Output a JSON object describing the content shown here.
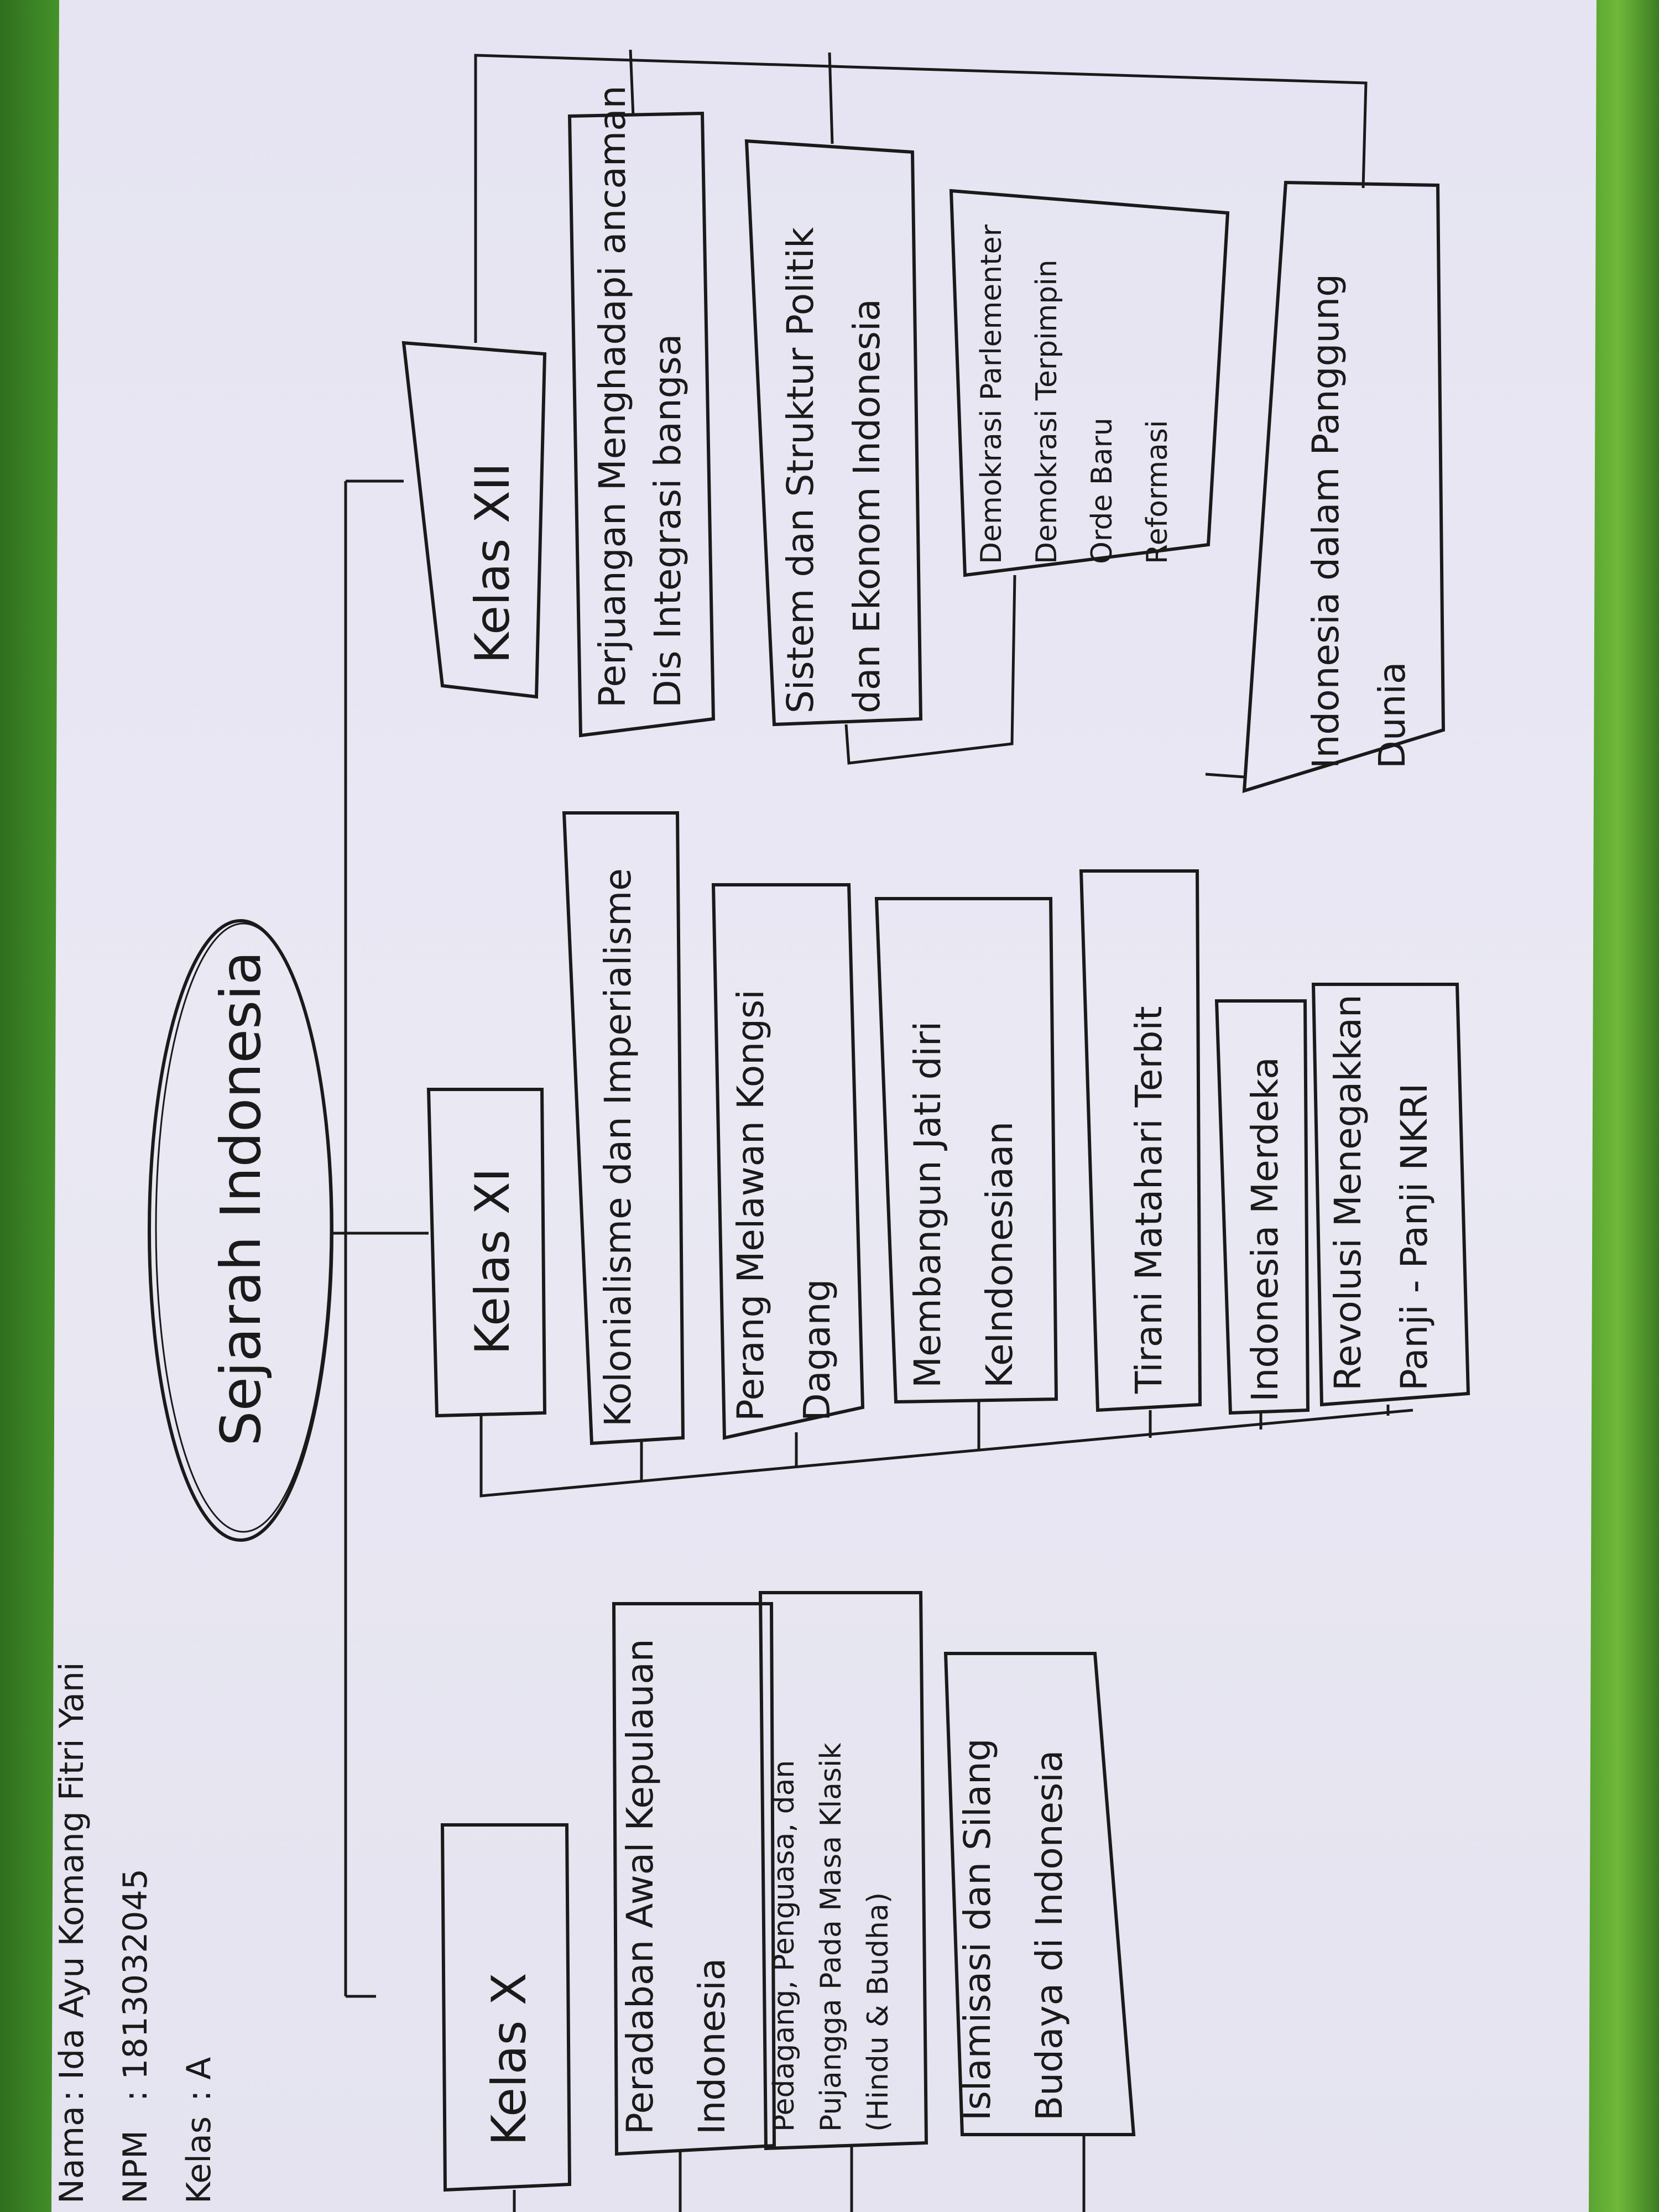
{
  "header": {
    "nama_label": "Nama",
    "nama_value": ": Ida Ayu Komang Fitri Yani",
    "npm_label": "NPM",
    "npm_value": ": 1813032045",
    "kelas_label": "Kelas",
    "kelas_value": ": A"
  },
  "root": {
    "label": "Sejarah Indonesia"
  },
  "classes": [
    {
      "label": "Kelas X",
      "topics": [
        [
          "Peradaban Awal Kepulauan",
          "Indonesia"
        ],
        [
          "Pedagang, Penguasa, dan",
          "Pujangga Pada Masa Klasik",
          "(Hindu & Budha)"
        ],
        [
          "Islamisasi dan Silang",
          "Budaya di Indonesia"
        ]
      ]
    },
    {
      "label": "Kelas XI",
      "topics": [
        [
          "Kolonialisme dan Imperialisme"
        ],
        [
          "Perang Melawan Kongsi",
          "Dagang"
        ],
        [
          "Membangun Jati diri",
          "KeIndonesiaan"
        ],
        [
          "Tirani Matahari Terbit"
        ],
        [
          "Indonesia Merdeka"
        ],
        [
          "Revolusi Menegakkan",
          "Panji - Panji NKRI"
        ]
      ]
    },
    {
      "label": "Kelas XII",
      "topics": [
        [
          "Perjuangan Menghadapi ancaman",
          "Dis Integrasi bangsa"
        ],
        [
          "Sistem dan Struktur Politik",
          "dan Ekonom Indonesia"
        ],
        [
          "Demokrasi Parlementer",
          "Demokrasi Terpimpin",
          "Orde Baru",
          "Reformasi"
        ],
        [
          "Indonesia dalam Panggung",
          "Dunia"
        ]
      ]
    }
  ]
}
